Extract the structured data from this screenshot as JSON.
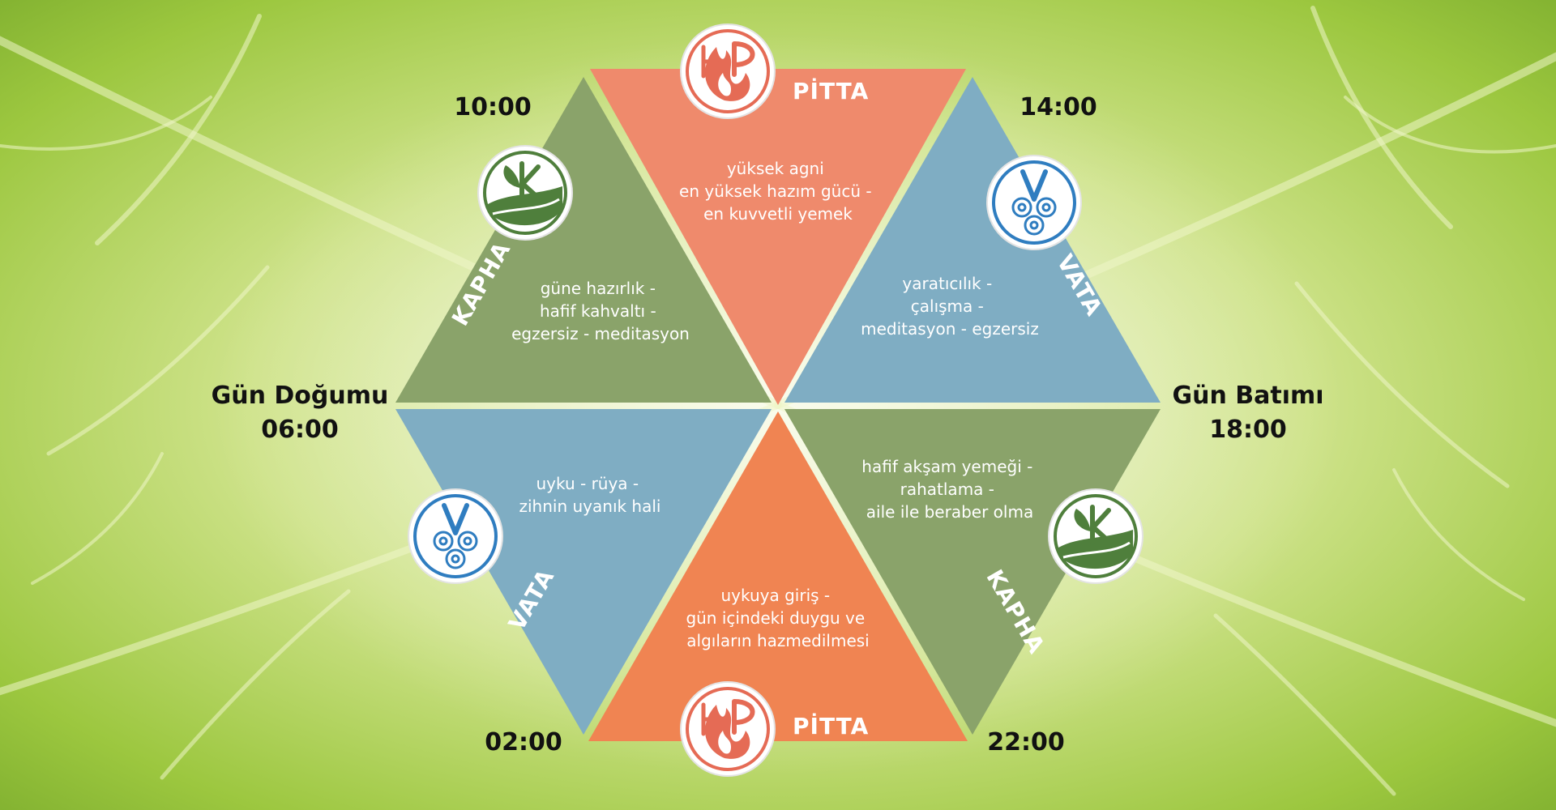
{
  "colors": {
    "pitta_top": "#ef8a6c",
    "pitta_bottom": "#f08452",
    "vata": "#7fadc3",
    "kapha": "#8aa36a",
    "pitta_icon": "#e56b55",
    "vata_icon": "#2f7dc0",
    "kapha_icon": "#4f7f3c"
  },
  "times": {
    "t1000": "10:00",
    "t1400": "14:00",
    "t0200": "02:00",
    "t2200": "22:00",
    "sunrise_label": "Gün Doğumu",
    "sunrise_time": "06:00",
    "sunset_label": "Gün Batımı",
    "sunset_time": "18:00"
  },
  "segments": {
    "pitta_top": {
      "dosha": "PİTTA",
      "lines": [
        "yüksek agni",
        "en yüksek hazım gücü -",
        "en kuvvetli yemek"
      ]
    },
    "kapha_upper_left": {
      "dosha": "KAPHA",
      "lines": [
        "güne hazırlık -",
        "hafif kahvaltı -",
        "egzersiz - meditasyon"
      ]
    },
    "vata_upper_right": {
      "dosha": "VATA",
      "lines": [
        "yaratıcılık -",
        "çalışma -",
        "meditasyon - egzersiz"
      ]
    },
    "vata_lower_left": {
      "dosha": "VATA",
      "lines": [
        "uyku - rüya -",
        "zihnin uyanık hali"
      ]
    },
    "kapha_lower_right": {
      "dosha": "KAPHA",
      "lines": [
        "hafif akşam yemeği -",
        "rahatlama -",
        "aile ile beraber olma"
      ]
    },
    "pitta_bottom": {
      "dosha": "PİTTA",
      "lines": [
        "uykuya giriş -",
        "gün içindeki duygu ve",
        "algıların hazmedilmesi"
      ]
    }
  },
  "icons": [
    "pitta-icon",
    "kapha-icon",
    "vata-icon"
  ]
}
